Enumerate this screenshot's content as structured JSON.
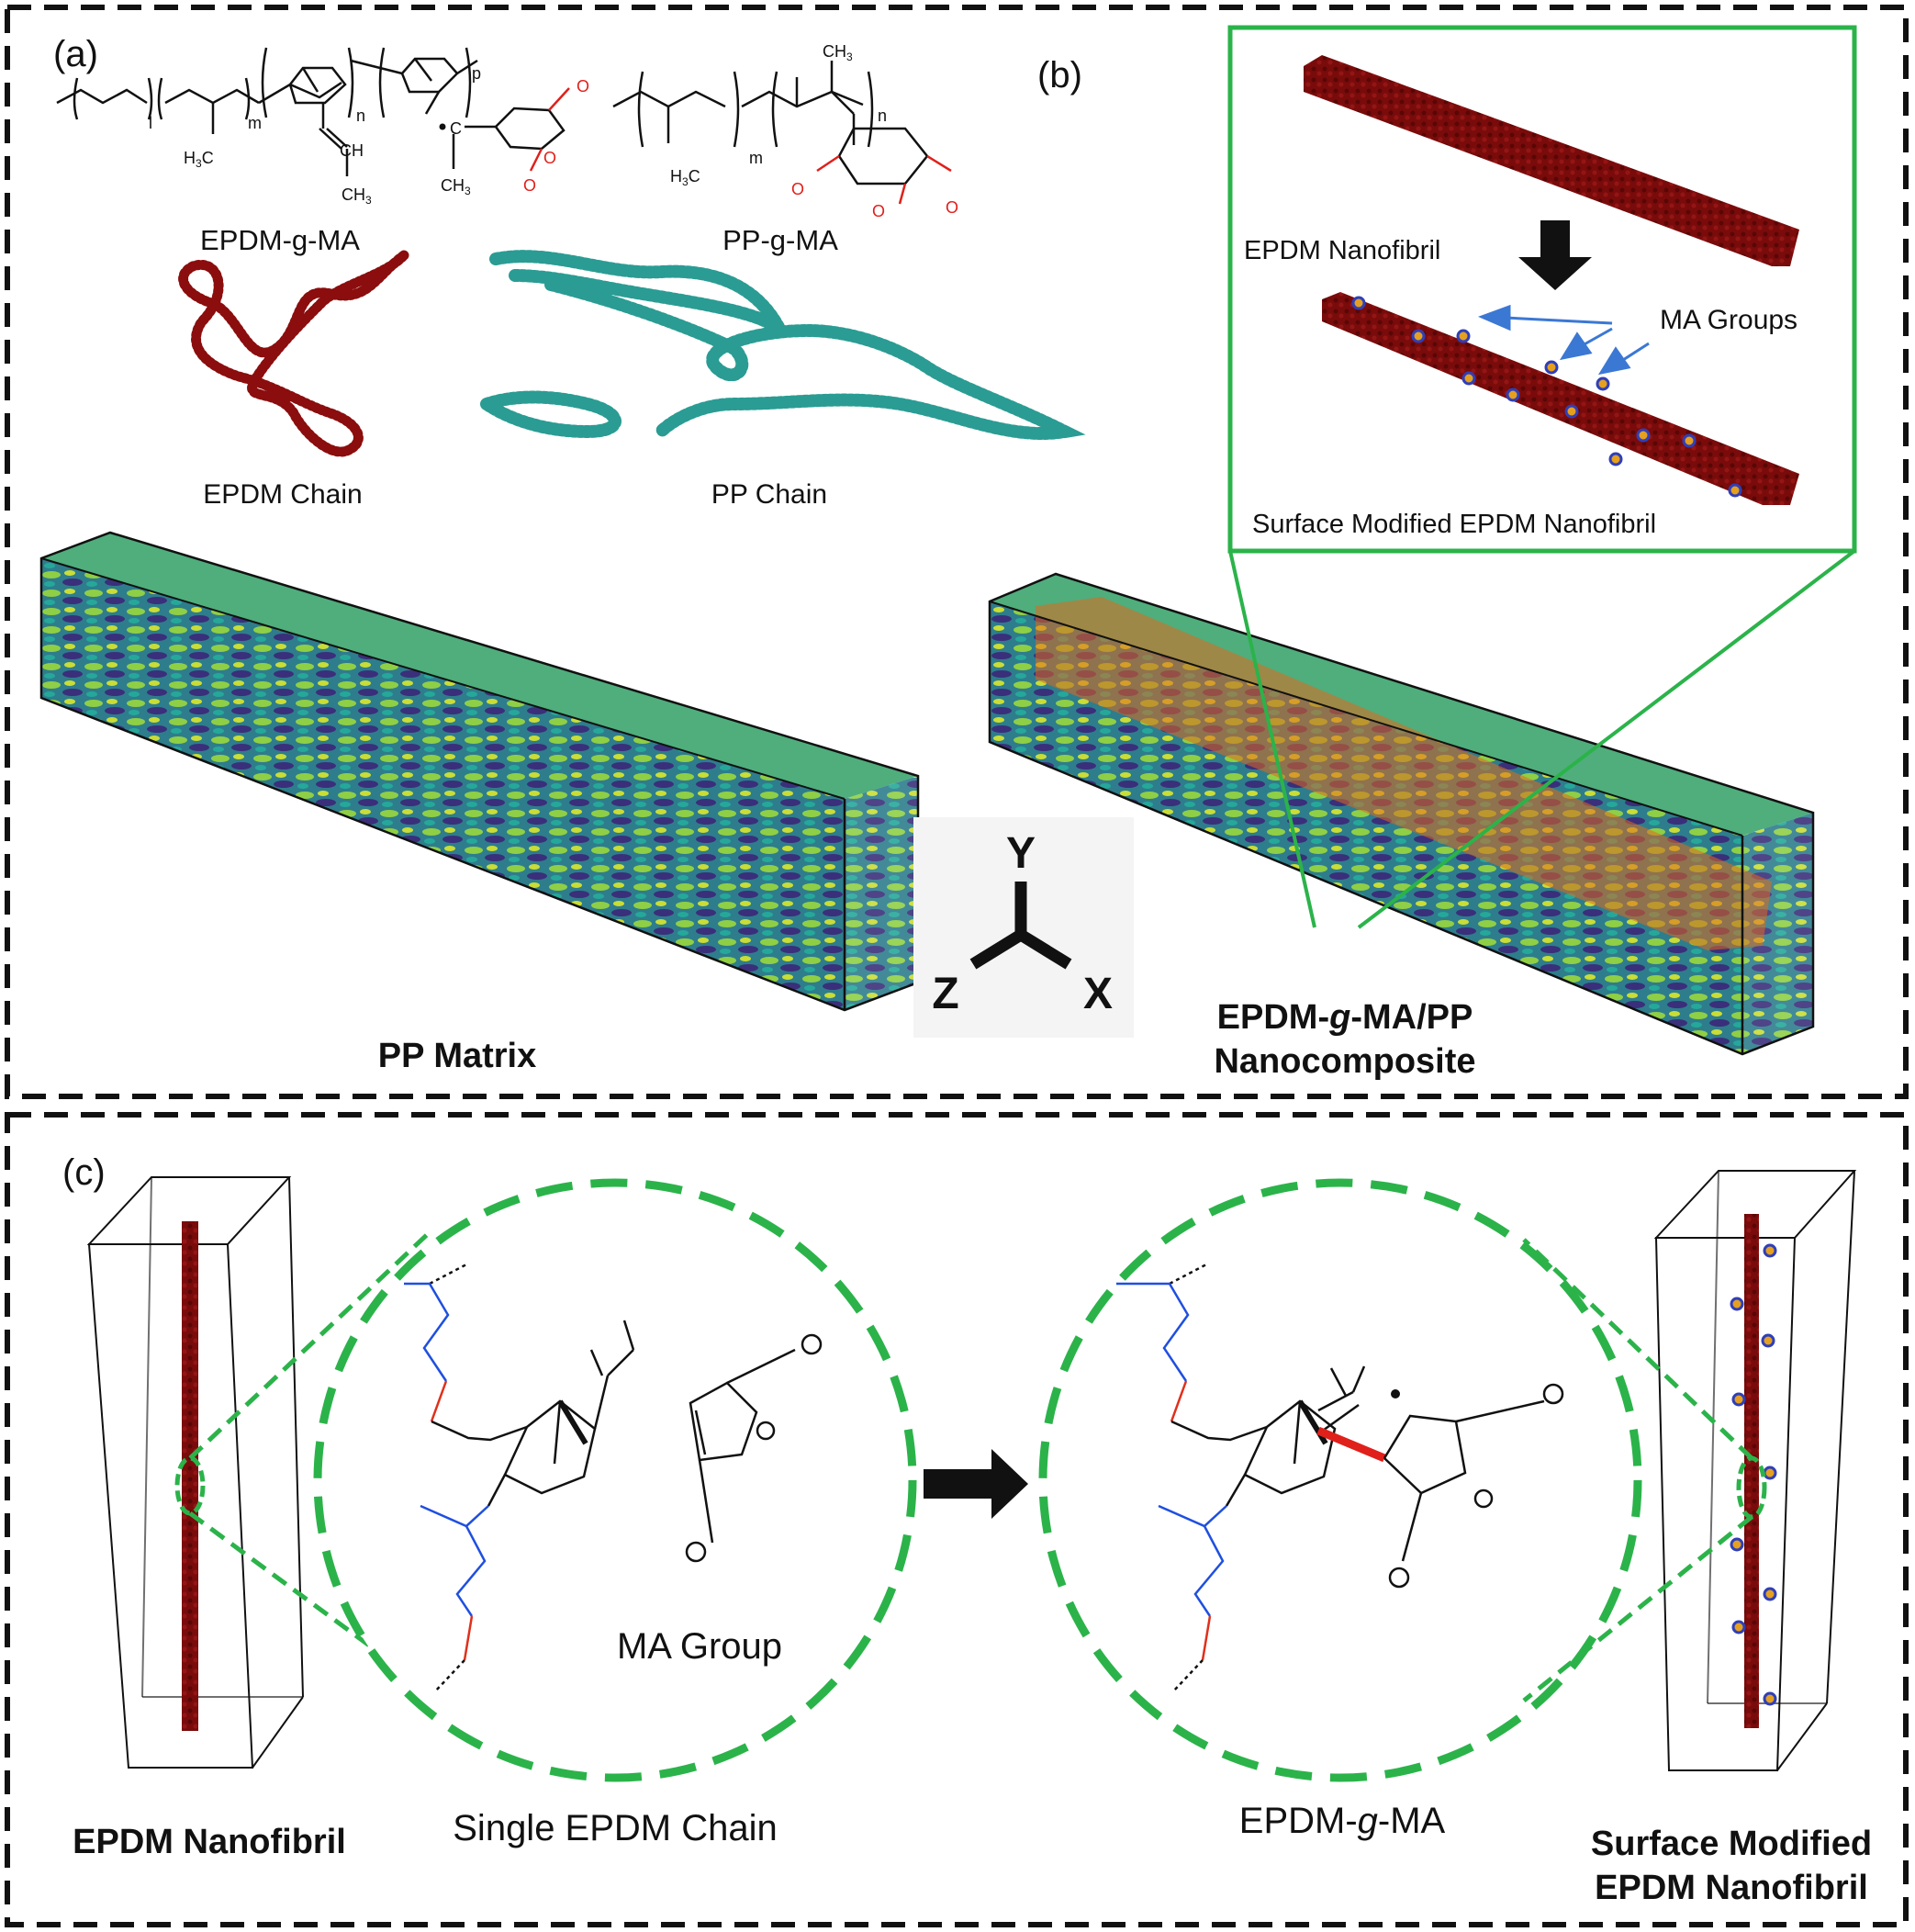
{
  "panels": {
    "a": {
      "label": "(a)",
      "epdm_structure_caption": "EPDM-g-MA",
      "pp_structure_caption": "PP-g-MA",
      "epdm_chain_caption": "EPDM Chain",
      "pp_chain_caption": "PP Chain",
      "matrix_caption": "PP Matrix",
      "composite_caption_line1_a": "EPDM-",
      "composite_caption_line1_g": "g",
      "composite_caption_line1_b": "-MA/PP",
      "composite_caption_line2": "Nanocomposite"
    },
    "b": {
      "label": "(b)",
      "nanofibril_caption": "EPDM Nanofibril",
      "ma_groups_caption": "MA Groups",
      "surface_modified_caption": "Surface Modified EPDM Nanofibril"
    },
    "c": {
      "label": "(c)",
      "left_box_caption_line1": "EPDM Nanofibril",
      "single_chain_caption": "Single EPDM Chain",
      "ma_group_caption": "MA Group",
      "grafted_caption_a": "EPDM-",
      "grafted_caption_g": "g",
      "grafted_caption_b": "-MA",
      "right_box_caption_line1": "Surface Modified",
      "right_box_caption_line2": "EPDM Nanofibril"
    }
  },
  "chem_labels": {
    "h3c": "H",
    "sub3": "3",
    "c_letter": "C",
    "ch": "CH",
    "ch3_c": "CH",
    "sub_l": "l",
    "sub_m": "m",
    "sub_n": "n",
    "sub_p": "p",
    "o": "O",
    "radical_c": "C"
  },
  "axes": {
    "y": "Y",
    "z": "Z",
    "x": "X"
  },
  "colors": {
    "border": "#111111",
    "highlight_green": "#2bb34a",
    "fibril": "#7a0b0b",
    "arrow_blue": "#3b78d4",
    "oxygen_red": "#e0201b",
    "chain_blue": "#1f4fe0",
    "chain_red": "#e0301b",
    "pp_teal": "#2a9c93"
  }
}
